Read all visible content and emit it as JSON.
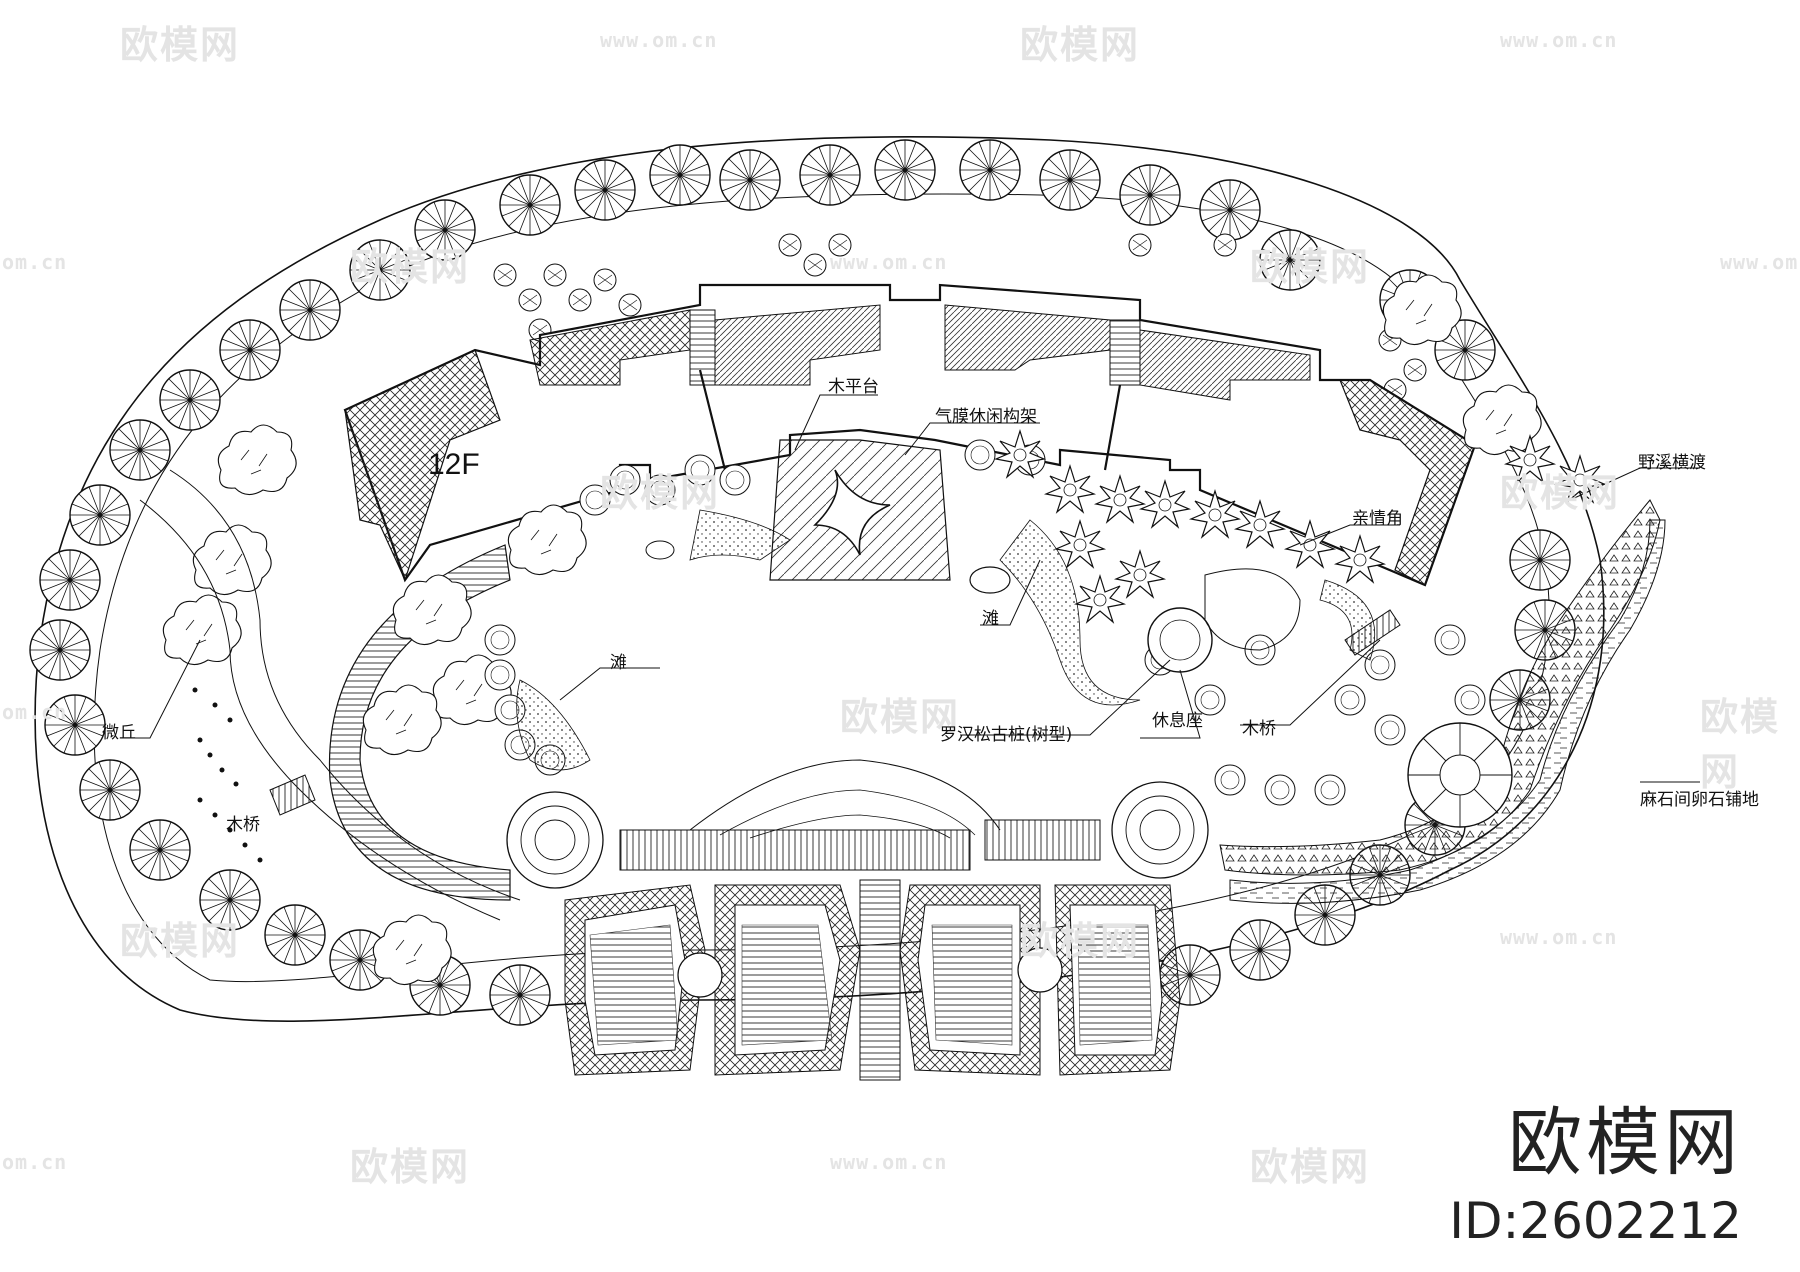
{
  "watermark": {
    "logo_text": "欧模网",
    "url_full": "www.om.cn",
    "url_short": "om.cn"
  },
  "building": {
    "floor_label": "12F"
  },
  "labels": {
    "wood_deck": "木平台",
    "membrane_pavilion": "气膜休闲构架",
    "wild_stream_ferry": "野溪横渡",
    "intimate_corner": "亲情角",
    "beach_right": "滩",
    "beach_left": "滩",
    "rest_seat": "休息座",
    "wood_bridge_right": "木桥",
    "podocarpus_pile": "罗汉松古桩(树型)",
    "micro_hill": "微丘",
    "wood_bridge_left": "木桥",
    "cobblestone_paving": "麻石间卵石铺地"
  },
  "brand": {
    "name": "欧模网",
    "id": "ID:2602212"
  }
}
